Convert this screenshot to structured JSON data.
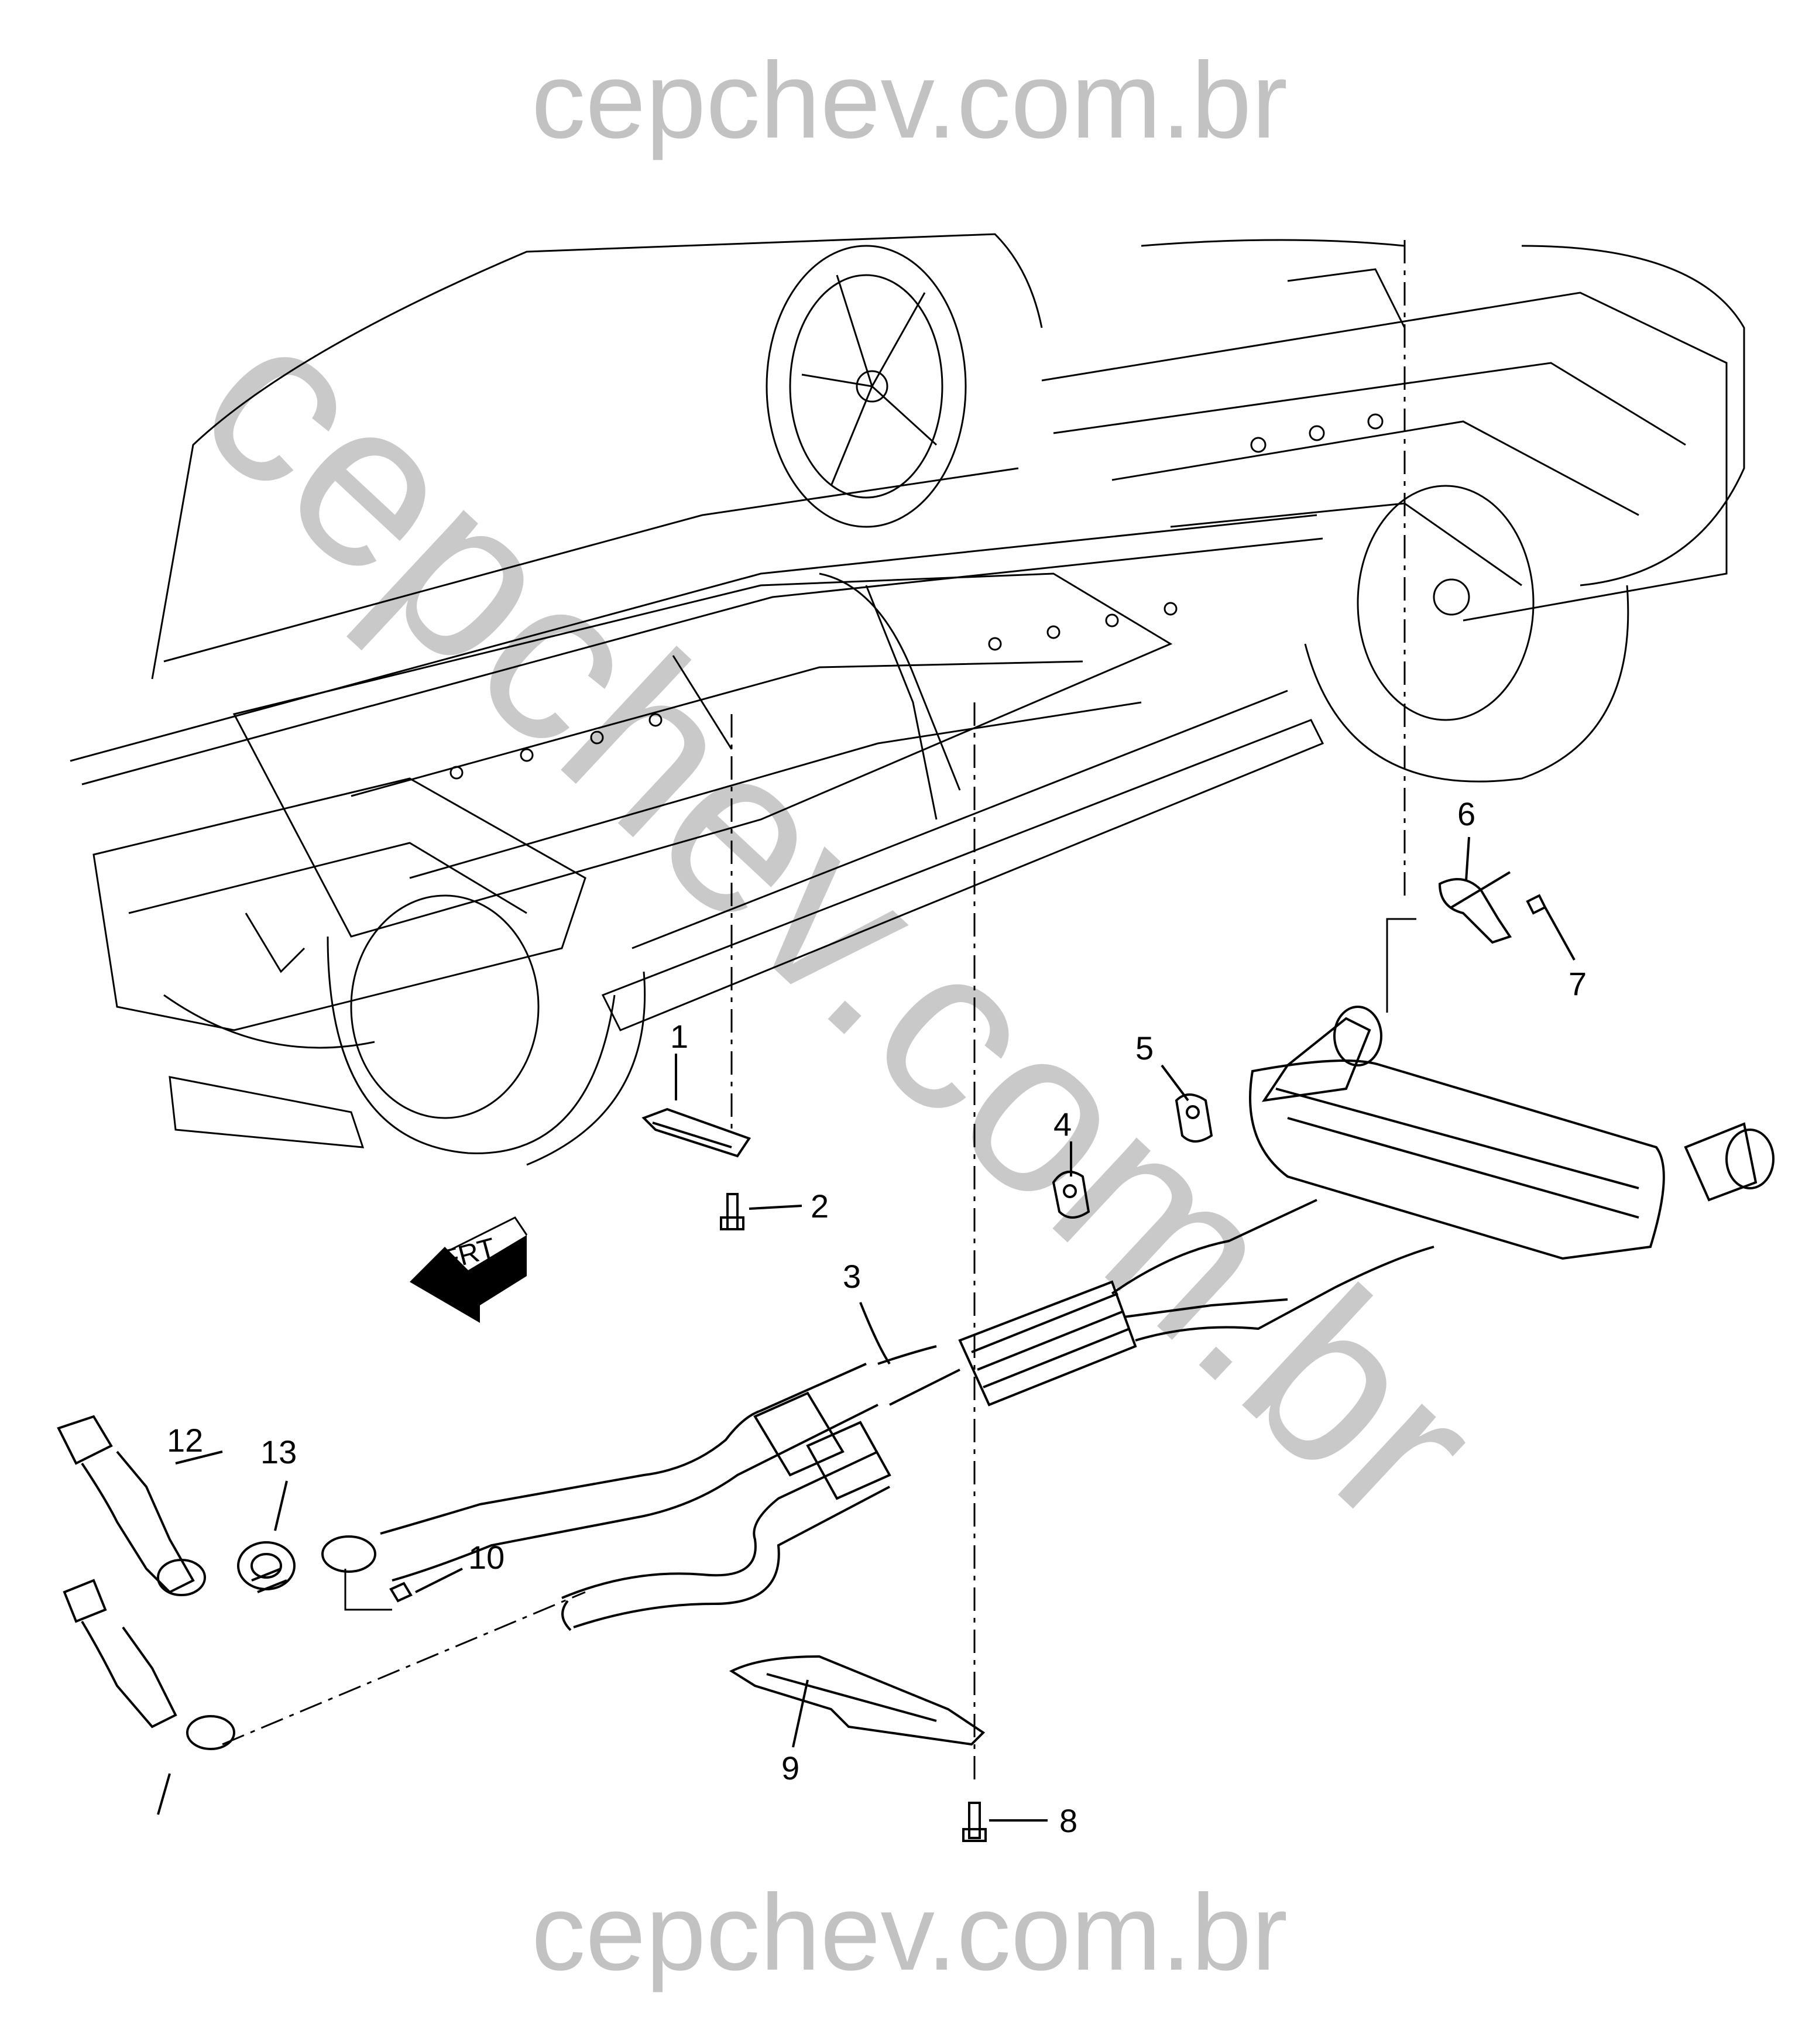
{
  "watermark": {
    "top": "cepchev.com.br",
    "bottom": "cepchev.com.br",
    "diagonal": "cepchev.com.br"
  },
  "direction_label": "FRT",
  "callouts": [
    "1",
    "2",
    "3",
    "4",
    "5",
    "6",
    "7",
    "8",
    "9",
    "10",
    "12",
    "13"
  ],
  "colors": {
    "line": "#000000",
    "watermark": "#c2c2c2",
    "background": "#ffffff"
  }
}
